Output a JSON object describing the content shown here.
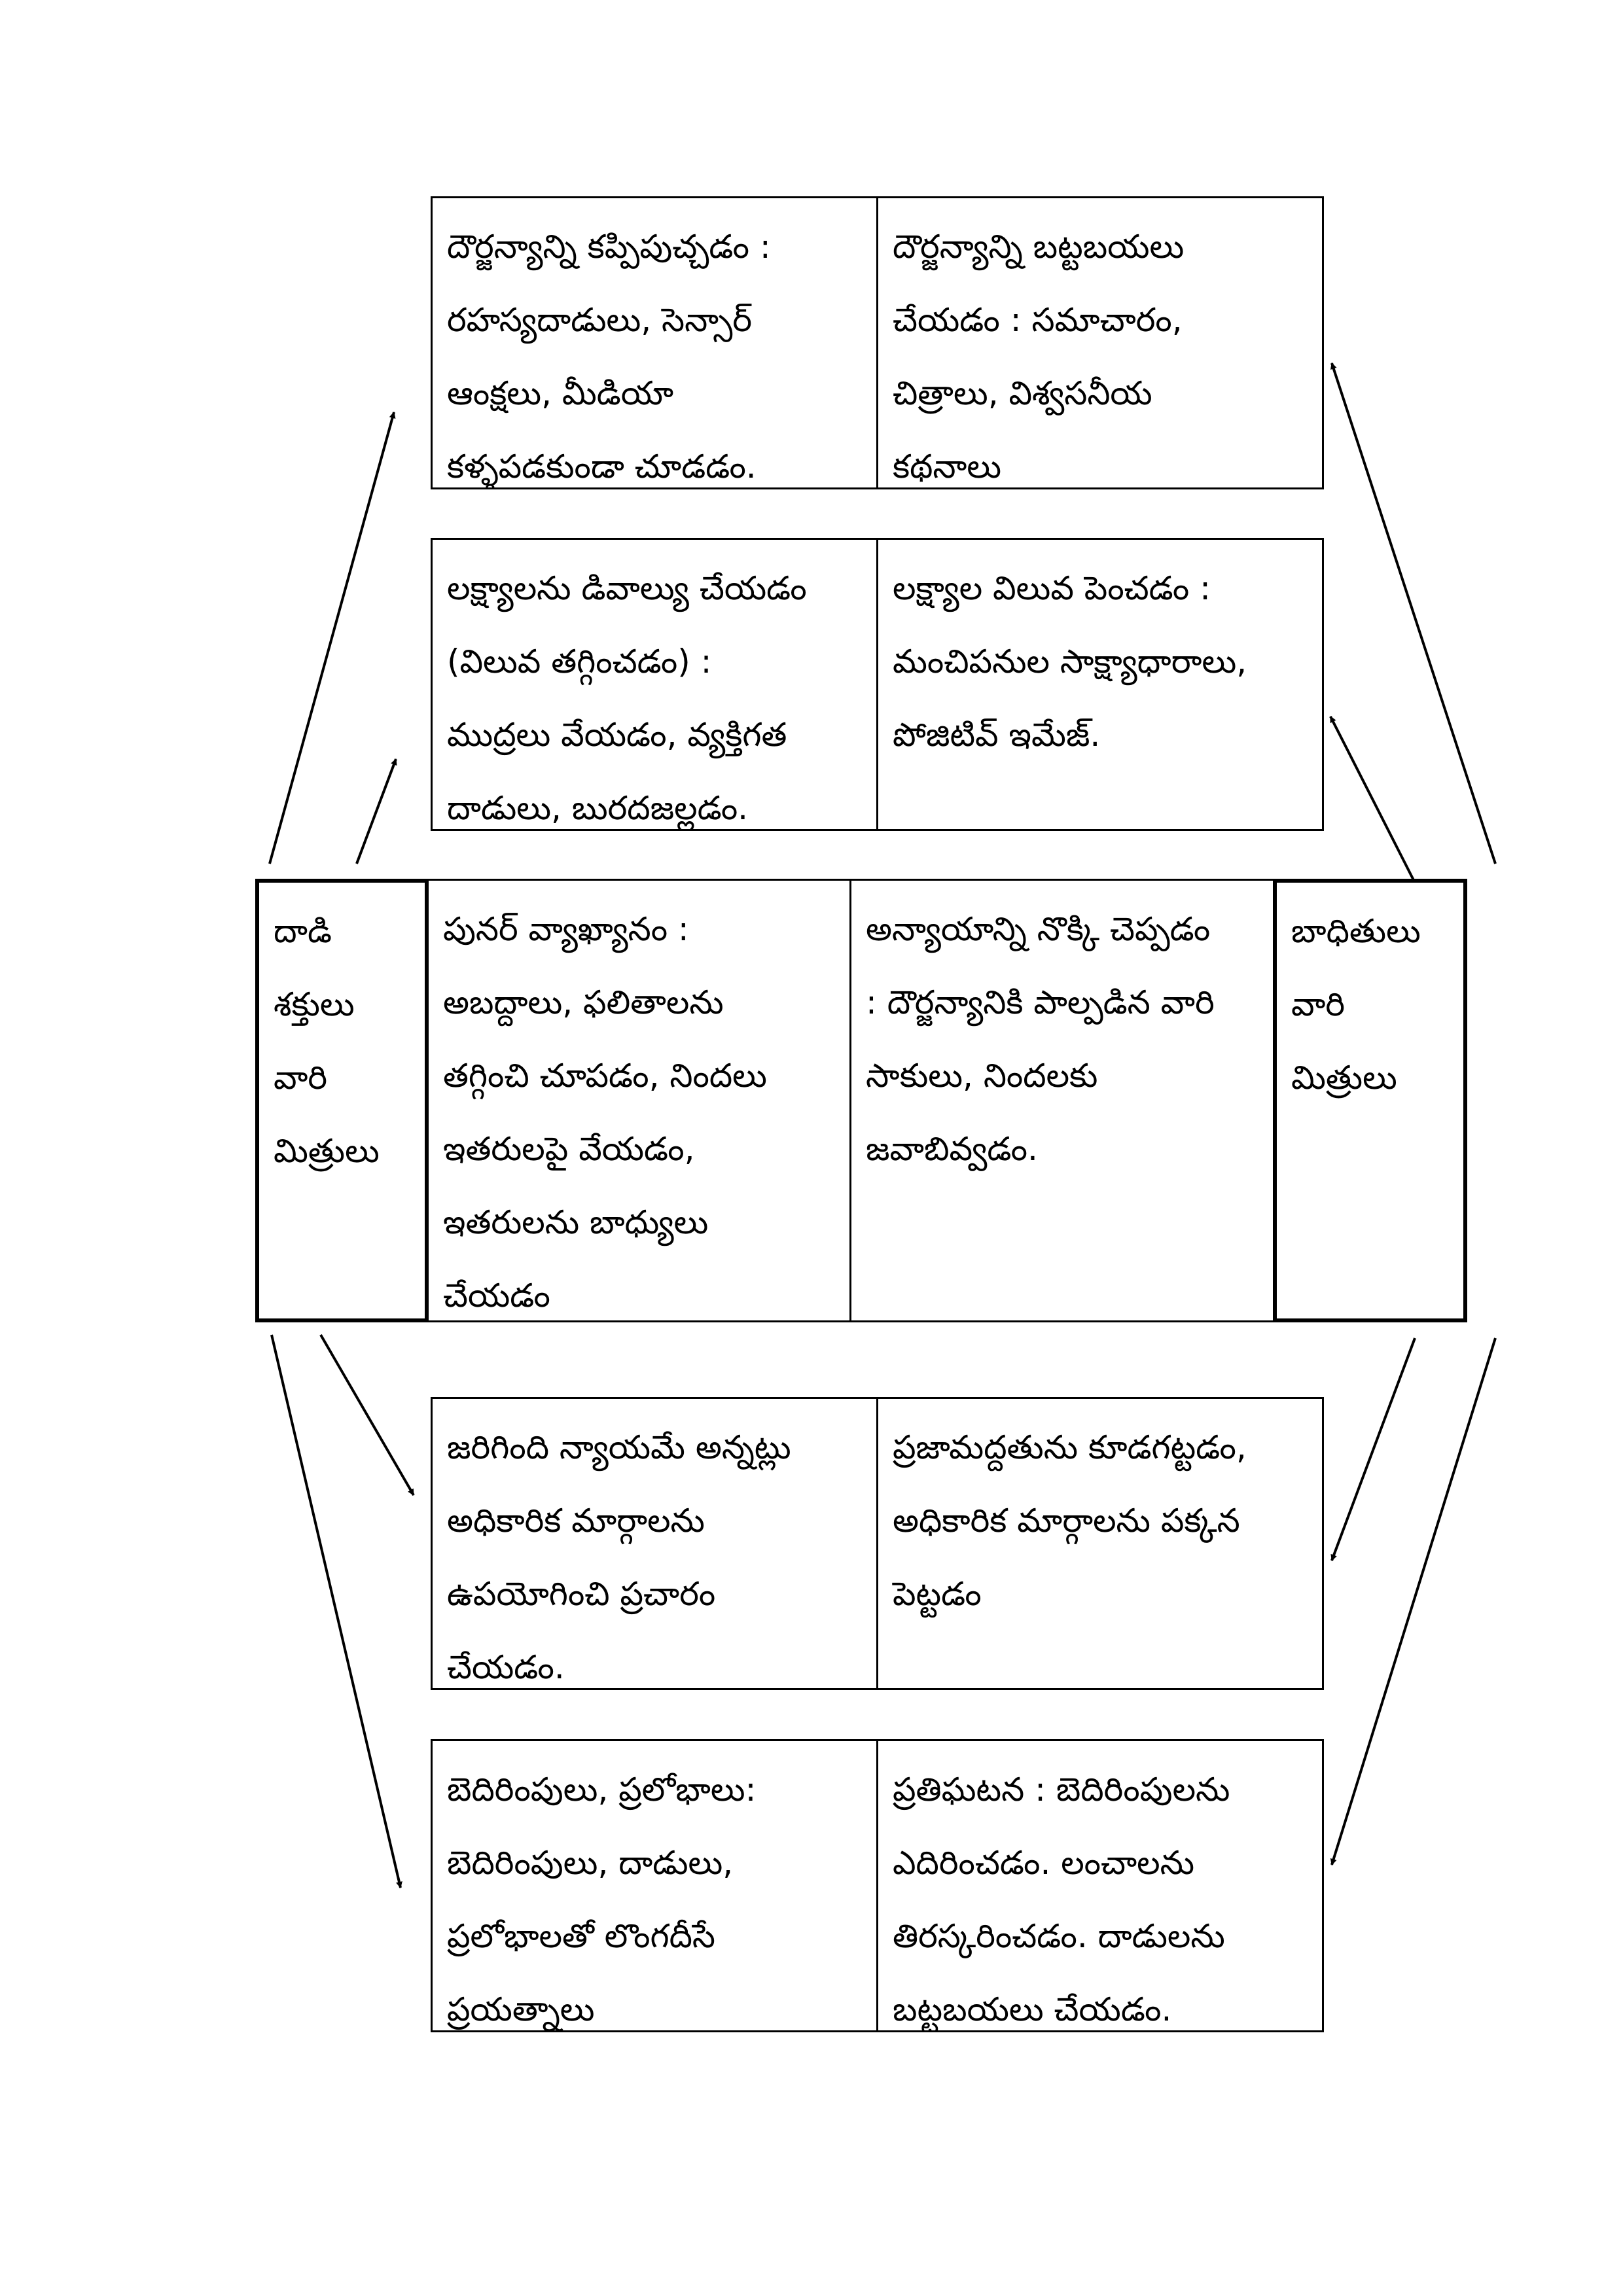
{
  "box1": {
    "left": [
      "దౌర్జన్యాన్ని కప్పిపుచ్చడం :",
      "రహస్యదాడులు, సెన్సార్",
      "ఆంక్షలు, మీడియా",
      "కళ్ళపడకుండా చూడడం."
    ],
    "right": [
      "దౌర్జన్యాన్ని బట్టబయలు",
      "చేయడం : సమాచారం,",
      "చిత్రాలు, విశ్వసనీయ",
      "కథనాలు"
    ]
  },
  "box2": {
    "left": [
      "లక్ష్యాలను డివాల్యు చేయడం",
      "(విలువ తగ్గించడం) :",
      "ముద్రలు వేయడం, వ్యక్తిగత",
      "దాడులు, బురదజల్లడం."
    ],
    "right": [
      "లక్ష్యాల విలువ పెంచడం :",
      "మంచిపనుల సాక్ష్యాధారాలు,",
      "పోజిటివ్ ఇమేజ్."
    ]
  },
  "middle": {
    "attackers": [
      "దాడి",
      "శక్తులు",
      "వారి",
      "మిత్రులు"
    ],
    "reinterpretation": [
      "పునర్ వ్యాఖ్యానం :",
      "అబద్దాలు, ఫలితాలను",
      "తగ్గించి చూపడం, నిందలు",
      "ఇతరులపై వేయడం,",
      "ఇతరులను బాధ్యులు",
      "చేయడం"
    ],
    "injustice": [
      "అన్యాయాన్ని నొక్కి చెప్పడం",
      ": దౌర్జన్యానికి పాల్పడిన వారి",
      "సాకులు, నిందలకు",
      "జవాబివ్వడం."
    ],
    "victims": [
      "బాధితులు",
      "వారి",
      "మిత్రులు"
    ]
  },
  "box3": {
    "left": [
      "జరిగింది న్యాయమే అన్నట్లు",
      "అధికారిక మార్గాలను",
      "ఉపయోగించి ప్రచారం",
      "చేయడం."
    ],
    "right": [
      "ప్రజామద్దతును కూడగట్టడం,",
      "అధికారిక మార్గాలను పక్కన",
      "పెట్టడం"
    ]
  },
  "box4": {
    "left": [
      "బెదిరింపులు, ప్రలోభాలు:",
      "బెదిరింపులు, దాడులు,",
      "ప్రలోభాలతో లొంగదీసే",
      "ప్రయత్నాలు"
    ],
    "right": [
      "ప్రతిఘటన : బెదిరింపులను",
      "ఎదిరించడం. లంచాలను",
      "తిరస్కరించడం. దాడులను",
      "బట్టబయలు చేయడం."
    ]
  }
}
